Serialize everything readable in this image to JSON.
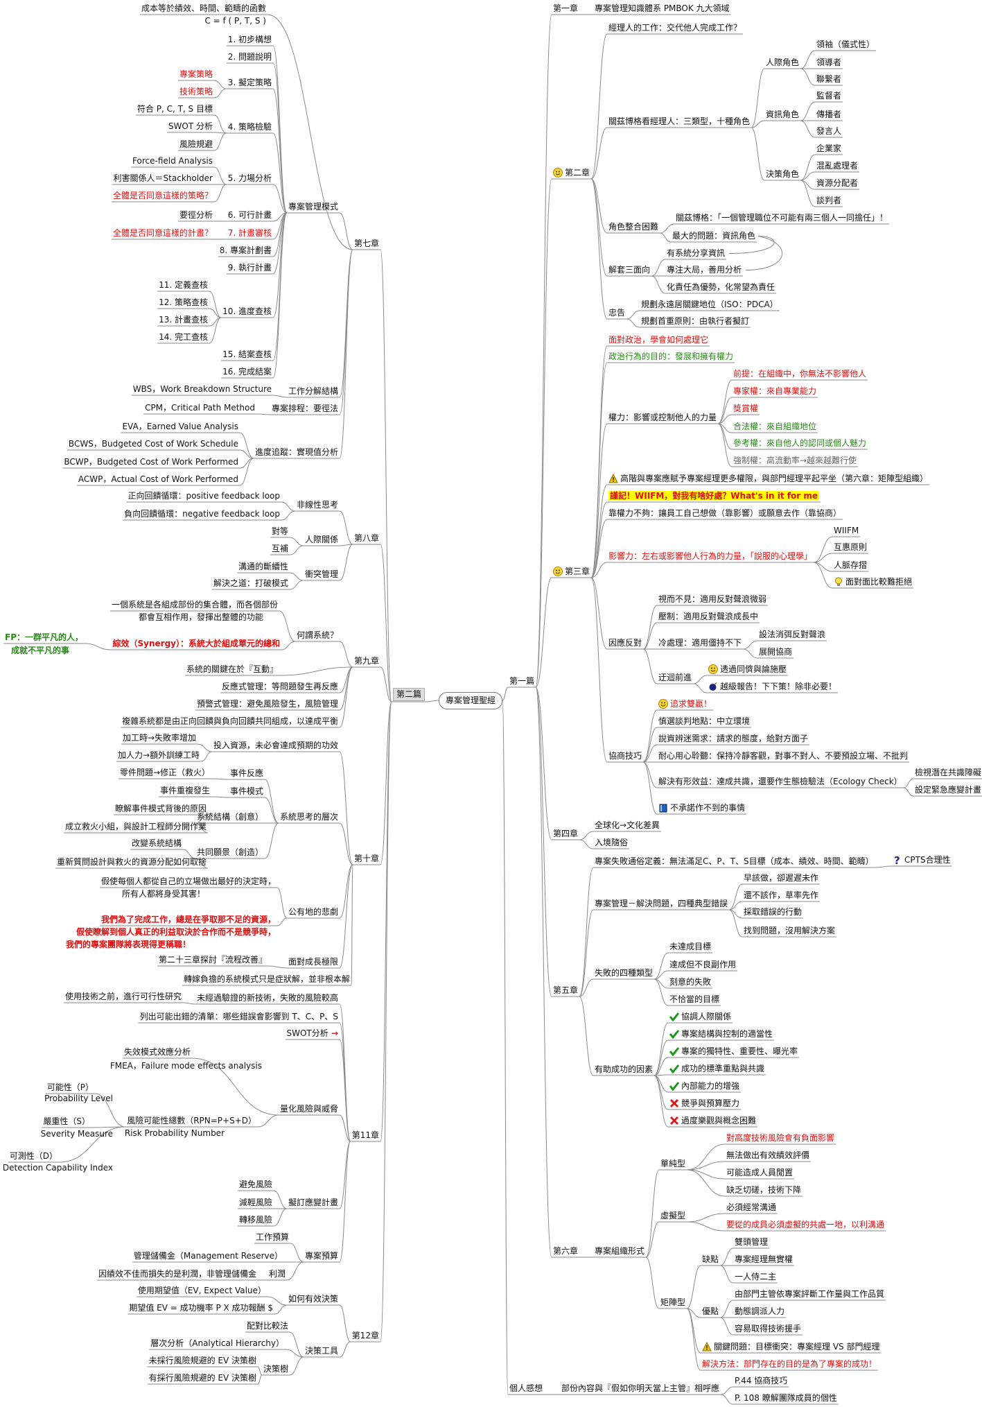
{
  "root": "專案管理聖經",
  "sec": {
    "p1": "第一篇",
    "p2": "第二篇",
    "gr": "個人感想"
  },
  "ch": {
    "c1": "第一章",
    "c2": "第二章",
    "c3": "第三章",
    "c4": "第四章",
    "c5": "第五章",
    "c6": "第六章",
    "c7": "第七章",
    "c8": "第八章",
    "c9": "第九章",
    "c10": "第十章",
    "c11": "第11章",
    "c12": "第12章"
  },
  "t": {
    "c1a": "專案管理知識體系 PMBOK 九大領域",
    "c2a": "經理人的工作：交代他人完成工作？",
    "c2b": "關茲博格看經理人：三類型，十種角色",
    "rp": "人際角色",
    "ri": "資訊角色",
    "rd": "決策角色",
    "rp1": "領袖（儀式性）",
    "rp2": "領導者",
    "rp3": "聯繫者",
    "ri1": "監督者",
    "ri2": "傳播者",
    "ri3": "發言人",
    "rd1": "企業家",
    "rd2": "混亂處理者",
    "rd3": "資源分配者",
    "rd4": "談判者",
    "rc": "角色整合困難",
    "rc1": "關茲博格：「一個管理職位不可能有兩三個人一同擔任」！",
    "rc2": "最大的問題：資訊角色",
    "rs": "解套三面向",
    "rs1": "有系統分享資訊",
    "rs2": "專注大局，善用分析",
    "rs3": "化責任為優勢，化常望為責任",
    "ad": "忠告",
    "ad1": "規劃永遠居關鍵地位（ISO：PDCA）",
    "ad2": "規劃首重原則：由執行者擬訂",
    "c3a": "面對政治，學會如何處理它",
    "c3b": "政治行為的目的：發展和擁有權力",
    "pw": "權力：影響或控制他人的力量",
    "pw1": "前提：在組織中，你無法不影響他人",
    "pw2": "專家權：來自專業能力",
    "pw3": "獎賞權",
    "pw4": "合法權：來自組織地位",
    "pw5": "參考權：來自他人的認同或個人魅力",
    "pw6": "強制權：高流動率→越來越難行使",
    "warn1": "高階與專案應賦予專案經理更多權限，與部門經理平起平坐（第六章：矩陣型組織）",
    "wiifm": "謹記！WIIFM，對我有啥好處？What's in it for me",
    "c3c": "靠權力不夠：讓員工自己想做（靠影響）或願意去作（靠協商）",
    "inf": "影響力：左右或影響他人行為的力量，「說服的心理學」",
    "inf1": "WIIFM",
    "inf2": "互惠原則",
    "inf3": "人脈存摺",
    "inf4": "面對面比較難拒絕",
    "res": "因應反對",
    "res1": "視而不見：適用反對聲浪微弱",
    "res2": "壓制：適用反對聲浪成長中",
    "res3": "冷處理：適用僵持不下",
    "res3a": "設法消弭反對聲浪",
    "res3b": "展開協商",
    "res4": "迂迴前進",
    "res4a": "透過同儕與論施壓",
    "res4b": "越級報告！下下策！除非必要！",
    "neg": "協商技巧",
    "neg0": "追求雙贏！",
    "neg1": "慎選談判地點：中立環境",
    "neg2": "說資辨迷需求：請求的態度，給對方面子",
    "neg3": "耐心用心聆聽：保持冷靜客觀，對事不對人、不要預設立場、不批判",
    "neg4": "解決有形效益：達成共識，還要作生態檢驗法（Ecology Check）",
    "neg4a": "檢視潛在共識障礙",
    "neg4b": "設定緊急應變計畫",
    "neg5": "不承諾作不到的事情",
    "c4a": "全球化→文化差異",
    "c4b": "入境隨俗",
    "c5a": "專案失敗通俗定義：無法滿足C、P、T、S目標（成本、績效、時間、範疇）",
    "cpts": "CPTS合理性",
    "c5b": "專案管理－解決問題，四種典型錯誤",
    "c5b1": "早該做，卻遲遲未作",
    "c5b2": "還不該作，草率先作",
    "c5b3": "採取錯誤的行動",
    "c5b4": "找到問題，沒用解決方案",
    "c5c": "失敗的四種類型",
    "c5c1": "未達成目標",
    "c5c2": "達成但不良副作用",
    "c5c3": "刻意的失敗",
    "c5c4": "不恰當的目標",
    "c5d": "有助成功的因素",
    "c5d1": "協調人際關係",
    "c5d2": "專案結構與控制的適當性",
    "c5d3": "專案的獨特性、重要性、曝光率",
    "c5d4": "成功的標準重點與共識",
    "c5d5": "內部能力的增強",
    "c5d6": "競爭與預算壓力",
    "c5d7": "過度樂觀與概念困難",
    "c6a": "專案組織形式",
    "c6s": "單純型",
    "c6s1": "對高度技術風險會有負面影響",
    "c6s2": "無法做出有效績效評價",
    "c6s3": "可能造成人員閒置",
    "c6s4": "缺乏切磋，技術下降",
    "c6v": "虛擬型",
    "c6v1": "必須經常溝通",
    "c6v2": "要從的成員必須虛擬的共處一地，以利溝通",
    "c6m": "矩陣型",
    "c6mw": "缺點",
    "c6mw1": "雙頭管理",
    "c6mw2": "專案經理無實權",
    "c6mw3": "一人侍二主",
    "c6mg": "優點",
    "c6mg1": "由部門主管依專案評斷工作量與工作品質",
    "c6mg2": "動態調派人力",
    "c6mg3": "容易取得技術援手",
    "c6mk": "關鍵問題：目標衝突：專案經理 VS 部門經理",
    "c6ms": "解決方法：部門存在的目的是為了專案的成功！",
    "grx": "部份內容與『假如你明天當上主管』相呼應",
    "gr1": "P.44 協商技巧",
    "gr2": "P. 108 瞭解團隊成員的個性",
    "c7f1": "成本等於績效、時間、範疇的函數",
    "c7f2": "C = f ( P, T, S )",
    "pm": "專案管理模式",
    "s1": "1. 初步構想",
    "s2": "2. 問題說明",
    "s3": "3. 擬定策略",
    "s3a": "專案策略",
    "s3b": "技術策略",
    "s4": "4. 策略檢驗",
    "s4a": "符合 P, C, T, S 目標",
    "s4b": "SWOT 分析",
    "s4c": "風險規避",
    "s5": "5. 力場分析",
    "s5a": "Force-field Analysis",
    "s5b": "利害關係人＝Stackholder",
    "s5c": "全體是否同意這樣的策略？",
    "s6": "6. 可行計畫",
    "s6a": "要徑分析",
    "s7": "7. 計畫審核",
    "s7a": "全體是否同意這樣的計畫？",
    "s8": "8. 專案計劃書",
    "s9": "9. 執行計畫",
    "s10": "10. 進度查核",
    "s10a": "11. 定義查核",
    "s10b": "12. 策略查核",
    "s10c": "13. 計畫查核",
    "s10d": "14. 完工查核",
    "s15": "15. 結案查核",
    "s16": "16. 完成結案",
    "wbs": "工作分解結構",
    "wbsa": "WBS，Work Breakdown Structure",
    "cpm": "專案排程：要徑法",
    "cpma": "CPM，Critical Path Method",
    "evm": "進度追蹤：實現值分析",
    "evm1": "EVA，Earned Value Analysis",
    "evm2": "BCWS，Budgeted Cost of Work Schedule",
    "evm3": "BCWP，Budgeted Cost of Work Performed",
    "evm4": "ACWP，Actual Cost of Work Performed",
    "c8a": "非線性思考",
    "c8a1": "正向回饋循環：positive feedback loop",
    "c8a2": "負向回饋循環：negative feedback loop",
    "c8b": "人際關係",
    "c8b1": "對等",
    "c8b2": "互補",
    "c8c": "衝突管理",
    "c8c1": "溝通的斷續性",
    "c8c2": "解決之道：打破模式",
    "c9a": "何謂系統？",
    "c9a1": "一個系統是各組成部份的集合體，而各個部份",
    "c9a1b": "都會互相作用，發揮出整體的功能",
    "c9a2": "綜效（Synergy）：系統大於組成單元的總和",
    "fp1": "FP：一群平凡的人，",
    "fp2": "成就不平凡的事",
    "c9b": "系統的關鍵在於『互動』",
    "c9c": "反應式管理：等問題發生再反應",
    "c9d": "預警式管理：避免風險發生，風險管理",
    "c9e": "複雜系統都是由正向回饋與負向回饋共同組成，以達成平衡",
    "c10a": "投入資源，未必會達成預期的功效",
    "c10a1": "加工時→失敗率增加",
    "c10a2": "加人力→額外訓練工時",
    "c10b": "系統思考的層次",
    "c10b1": "事件反應",
    "c10b1a": "零件問題→修正（救火）",
    "c10b2": "事件模式",
    "c10b2a": "事件重複發生",
    "c10b3": "系統結構（創意）",
    "c10b3a": "瞭解事件模式背後的原因",
    "c10b3b": "成立救火小組，與設計工程師分開作業",
    "c10b4": "共同願景（創造）",
    "c10b4a": "改變系統結構",
    "c10b4b": "重新質問設計與救火的資源分配如何取捨",
    "c10c": "公有地的悲劇",
    "c10c1": "假使每個人都從自己的立場做出最好的決定時，",
    "c10c2": "所有人都將身受其害！",
    "c10c3": "我們為了完成工作，總是在爭取那不足的資源，",
    "c10c4": "假使瞭解到個人真正的利益取決於合作而不是競爭時，",
    "c10c5": "我們的專案團隊將表現得更稱職！",
    "c10d": "面對成長極限",
    "c10da": "第二十三章探討『流程改善』",
    "c10e": "轉嫁負擔的系統模式只是症狀解，並非根本解",
    "c11a": "未經過驗證的新技術，失敗的風險較高",
    "c11a1": "使用技術之前，進行可行性研究",
    "c11b": "列出可能出錯的清單：哪些錯誤會影響到 T、C、P、S",
    "c11c": "SWOT分析",
    "c11d": "量化風險與威脅",
    "c11d1": "失效模式效應分析",
    "c11d1b": "FMEA，Failure mode effects analysis",
    "c11d2": "風險可能性總數（RPN=P+S+D）",
    "c11d2b": "Risk Probability Number",
    "c11p": "可能性（P）",
    "c11pb": "Probability Level",
    "c11s": "嚴重性（S）",
    "c11sb": "Severity Measure",
    "c11dd": "可測性（D）",
    "c11ddb": "Detection Capability Index",
    "c11e": "擬訂應變計畫",
    "c11e1": "避免風險",
    "c11e2": "減輕風險",
    "c11e3": "轉移風險",
    "c11f": "專案預算",
    "c11f1": "工作預算",
    "c11f2": "管理儲備金（Management Reserve）",
    "c11f3": "利潤",
    "c11f3a": "因績效不佳而損失的是利潤，非管理儲備金",
    "c12a": "如何有效決策",
    "c12a1": "使用期望值（EV, Expect Value）",
    "c12a2": "期望值 EV = 成功機率 P X 成功報酬 $",
    "c12b": "決策工具",
    "c12b1": "配對比較法",
    "c12b2": "層次分析（Analytical Hierarchy）",
    "c12b3": "決策樹",
    "c12b3a": "未採行風險規避的 EV 決策樹",
    "c12b3b": "有採行風險規避的 EV 決策樹"
  },
  "colors": {
    "line": "#8a8a8a",
    "red": "#e01010",
    "green": "#2a8a1a",
    "highlight": "#ffff00"
  }
}
